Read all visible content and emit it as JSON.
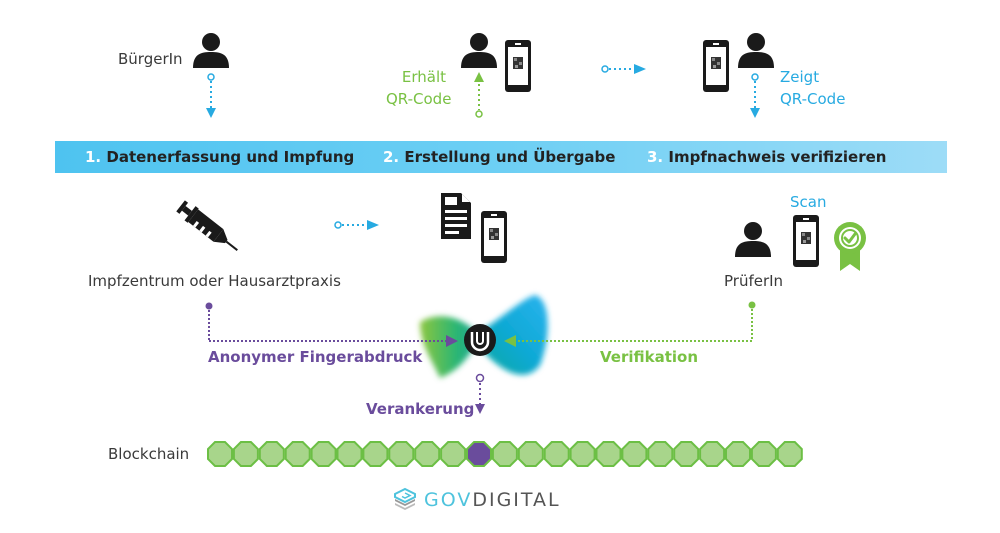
{
  "actors": {
    "citizen": "BürgerIn",
    "vaccination_center": "Impfzentrum oder Hausarztpraxis",
    "verifier": "PrüferIn",
    "blockchain": "Blockchain"
  },
  "annotations": {
    "receives_qr": [
      "Erhält",
      "QR-Code"
    ],
    "shows_qr": [
      "Zeigt",
      "QR-Code"
    ],
    "scan": "Scan",
    "anonymous_fingerprint": "Anonymer Fingerabdruck",
    "verification": "Verifikation",
    "anchoring": "Verankerung"
  },
  "steps": [
    {
      "num": "1.",
      "label": "Datenerfassung und Impfung"
    },
    {
      "num": "2.",
      "label": "Erstellung und Übergabe"
    },
    {
      "num": "3.",
      "label": "Impfnachweis verifizieren"
    }
  ],
  "blockchain": {
    "block_count": 23,
    "highlighted_index": 10
  },
  "logo": {
    "part1": "GOV",
    "part2": "DIGITAL"
  },
  "colors": {
    "blue": "#27aae1",
    "green": "#79c143",
    "purple": "#6a4c9c",
    "block_fill": "#a8d58b",
    "block_stroke": "#6cbf45",
    "dark": "#1a1a1a"
  }
}
